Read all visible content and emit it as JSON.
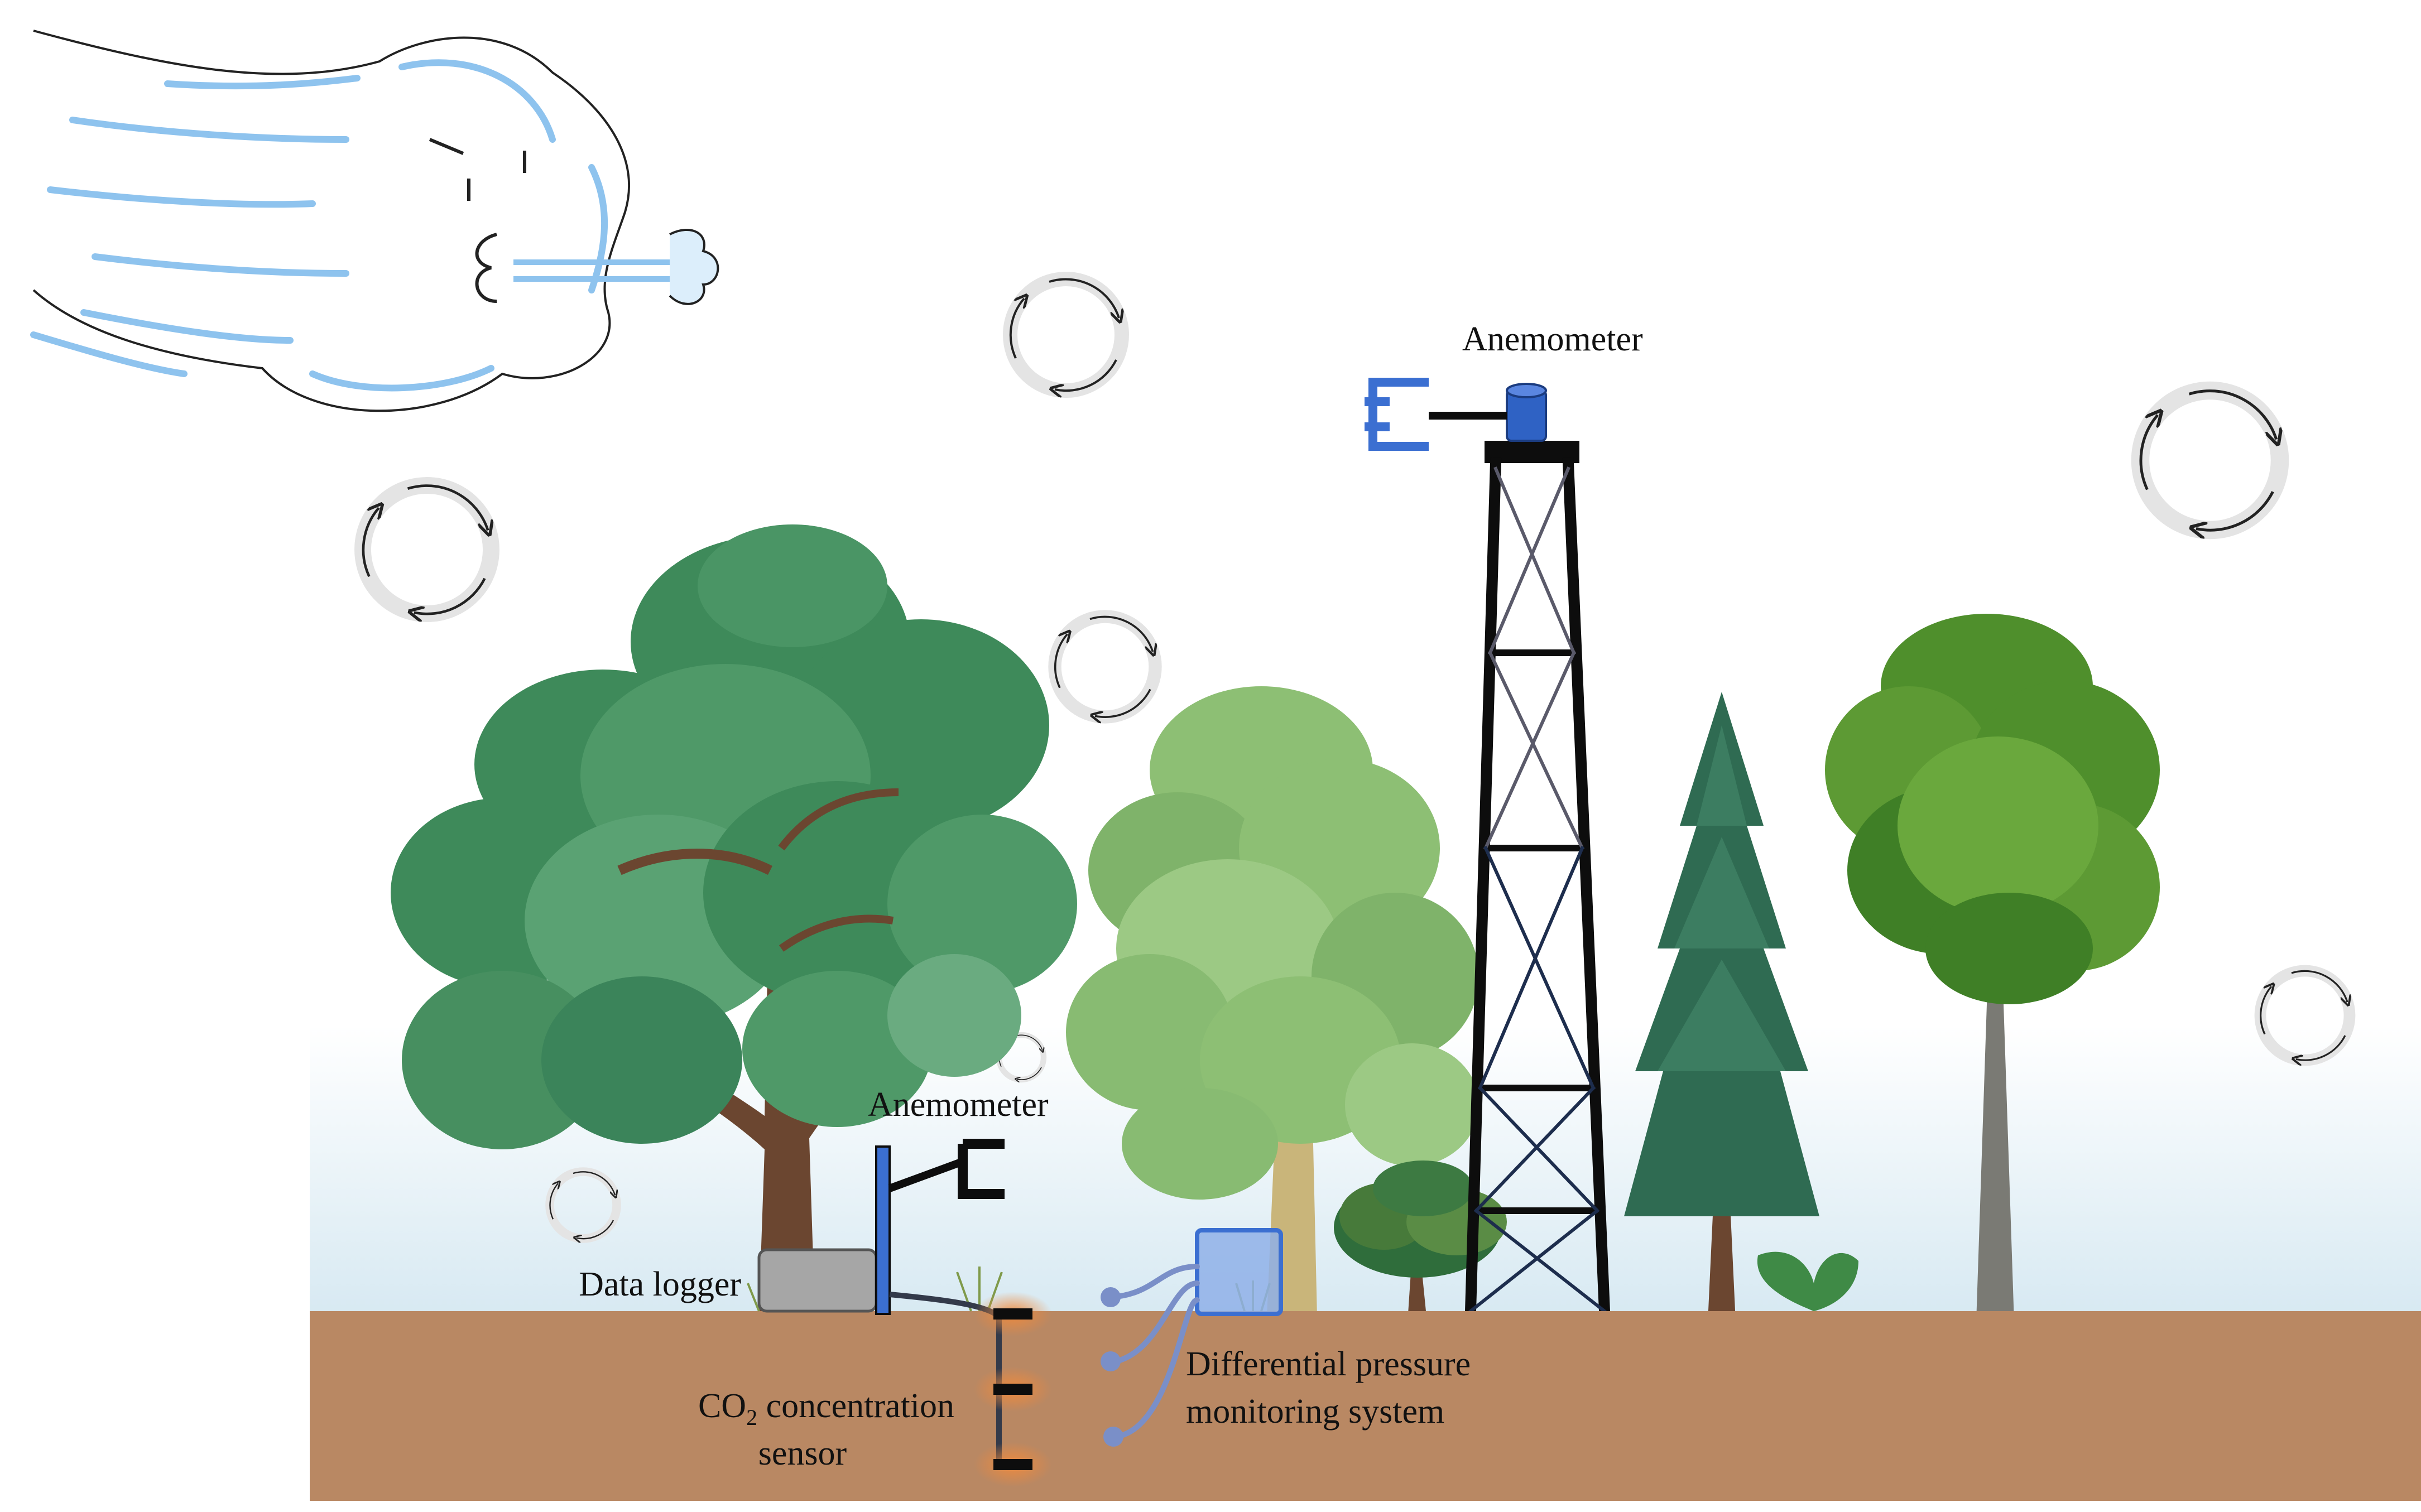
{
  "labels": {
    "anemometer_tower": "Anemometer",
    "anemometer_ground": "Anemometer",
    "data_logger": "Data logger",
    "co2_prefix": "CO",
    "co2_subscript": "2",
    "co2_rest": " concentration",
    "co2_line2": "sensor",
    "dp_line1": "Differential pressure",
    "dp_line2": "monitoring system"
  },
  "colors": {
    "ground": "#b98863",
    "sky_bottom": "#d7e9f2",
    "instrument_blue": "#3b6fd1",
    "wind_blue": "#8ec3ee",
    "tower": "#0d0d0d",
    "logger": "#a6a6a6",
    "sensor_glow": "#f08a3c",
    "foliage_dark": "#3e8a5a",
    "foliage_light": "#7fb36a",
    "trunk": "#6b4630"
  },
  "icons": {
    "wind": "wind-face-icon",
    "eddy": "circular-arrows-icon"
  }
}
